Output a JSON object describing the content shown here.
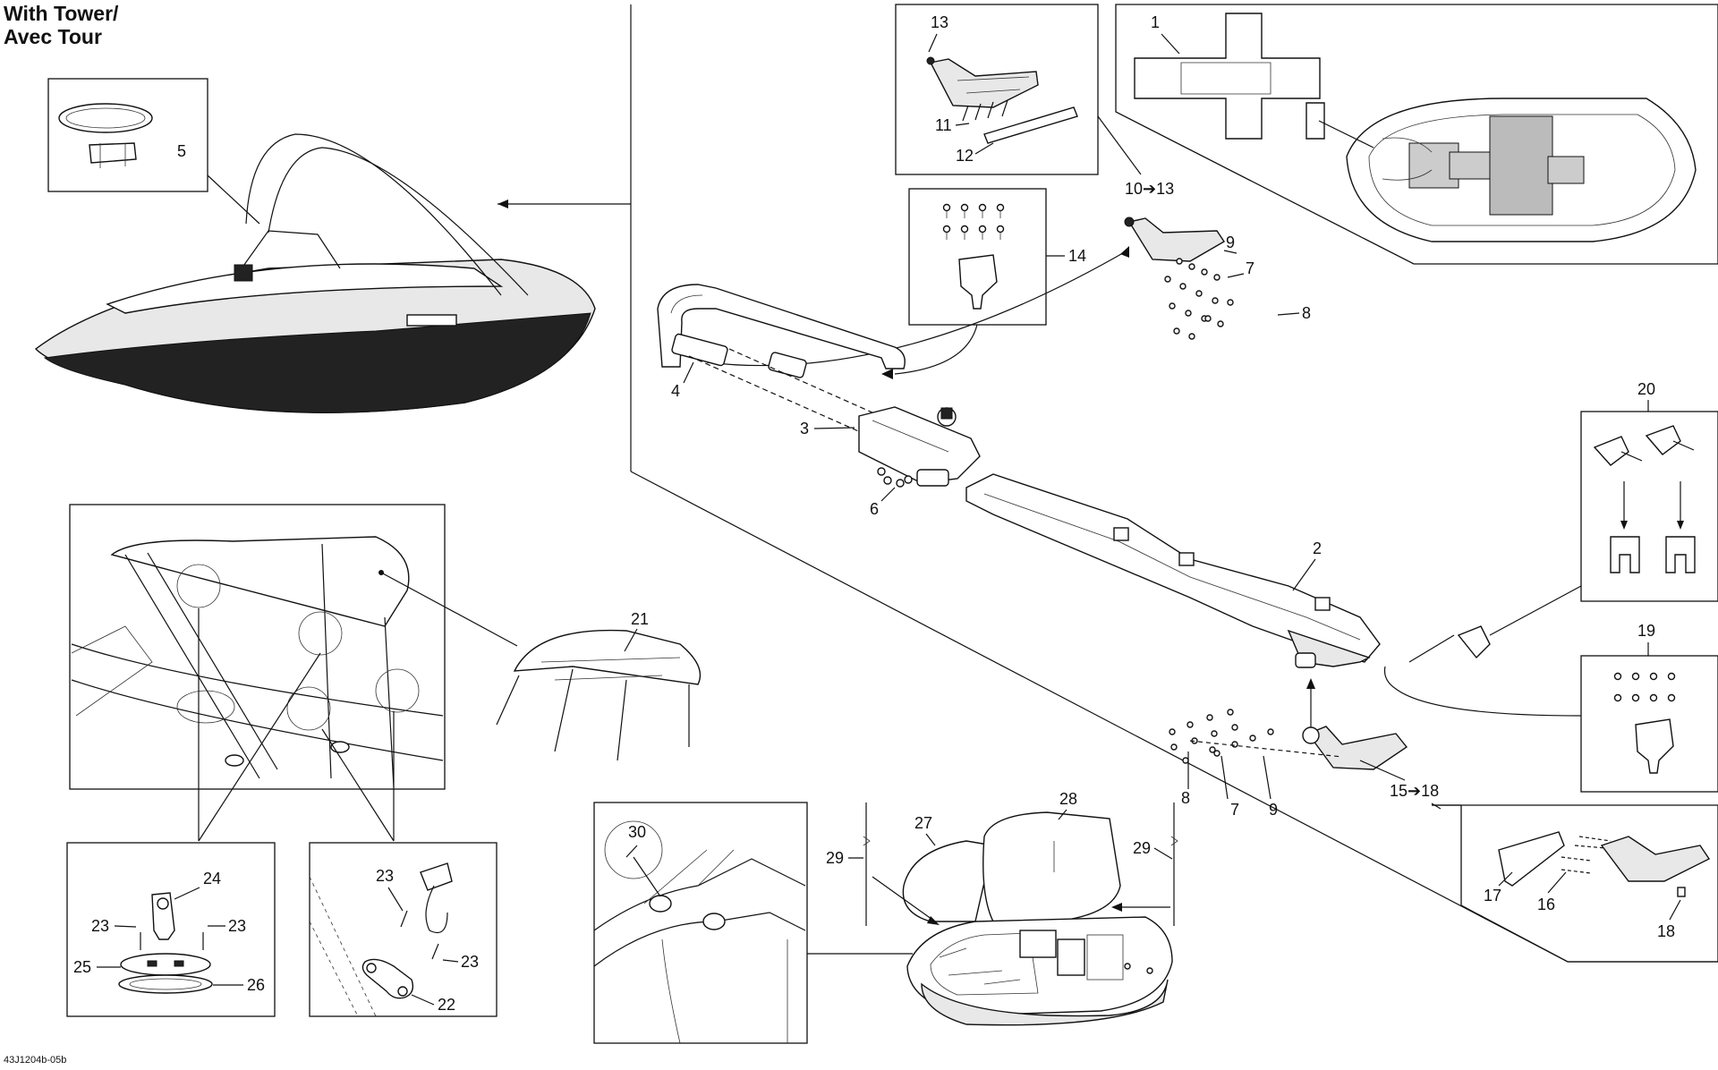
{
  "header": {
    "title_line1": "With Tower/",
    "title_line2": "Avec Tour"
  },
  "footer": {
    "drawing_code": "43J1204b-05b"
  },
  "callouts": {
    "c1": "1",
    "c2": "2",
    "c3": "3",
    "c4": "4",
    "c5": "5",
    "c6": "6",
    "c7a": "7",
    "c7b": "7",
    "c8a": "8",
    "c8b": "8",
    "c9a": "9",
    "c9b": "9",
    "c10_13": "10➔13",
    "c11": "11",
    "c12": "12",
    "c13": "13",
    "c14": "14",
    "c15_18": "15➔18",
    "c16": "16",
    "c17": "17",
    "c18": "18",
    "c19": "19",
    "c20": "20",
    "c21": "21",
    "c22": "22",
    "c23a": "23",
    "c23b": "23",
    "c23c": "23",
    "c23d": "23",
    "c24": "24",
    "c25": "25",
    "c26": "26",
    "c27": "27",
    "c28": "28",
    "c29a": "29",
    "c29b": "29",
    "c30": "30"
  }
}
